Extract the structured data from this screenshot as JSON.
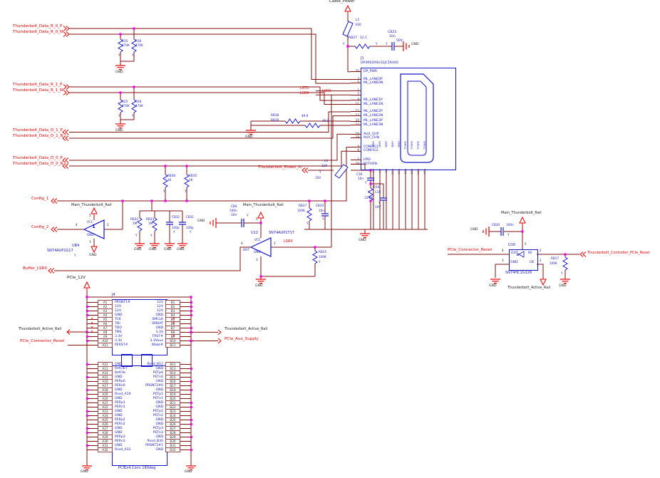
{
  "labels": {
    "gnd": "GND",
    "y": "Y"
  },
  "nets": {
    "r0p": "Thunderbolt_Data_R_0_P",
    "r0n": "Thunderbolt_Data_R_0_N",
    "r1p": "Thunderbolt_Data_R_1_P",
    "r1n": "Thunderbolt_Data_R_1_N",
    "d1p": "Thunderbolt_Data_D_1_P",
    "d1n": "Thunderbolt_Data_D_1_N",
    "d0p": "Thunderbolt_Data_D_0_P",
    "d0n": "Thunderbolt_Data_D_0_N",
    "config1": "Config_1",
    "config2": "Config_2",
    "buffer_lsrx": "Buffer_LSRX",
    "lstx": "LSTX",
    "lsrx": "LSRX",
    "power_in": "Thunderbolt_Power_In",
    "pcie_connector_reset": "PCIe_Connector_Reset",
    "tb_controller_pcie_reset": "Thunderbolt_Controller_PCIe_Reset",
    "pcie_aux_supply": "PCIe_Aux_Supply"
  },
  "rails": {
    "cable_power": "Cable_Power",
    "main": "Main_Thunderbolt_Rail",
    "active": "Thunderbolt_Active_Rail",
    "pcie_12v": "PCIe_12V"
  },
  "components": {
    "l1": {
      "ref": "L1",
      "val": "330"
    },
    "rb27": {
      "ref": "RB27",
      "val": "12.1"
    },
    "cb23": {
      "ref": "CB23",
      "val": "10n",
      "volt": "50V"
    },
    "r35": {
      "ref": "R35",
      "val": "470K"
    },
    "r36": {
      "ref": "R36",
      "val": "470K"
    },
    "r25": {
      "ref": "R25",
      "val": "470K"
    },
    "r26": {
      "ref": "R26",
      "val": "470K"
    },
    "rb38": {
      "ref": "RB38",
      "val": "49.9"
    },
    "rb39": {
      "ref": "RB39",
      "val": "49.9"
    },
    "rb36": {
      "ref": "RB36",
      "val": "1K"
    },
    "rb35": {
      "ref": "RB35",
      "val": "1K"
    },
    "rb32": {
      "ref": "RB32",
      "val": "1M"
    },
    "rb33": {
      "ref": "RB33",
      "val": "1M"
    },
    "cb32": {
      "ref": "CB32",
      "val": "330p"
    },
    "cb31": {
      "ref": "CB31",
      "val": "330p"
    },
    "cb4": {
      "ref": "CB4",
      "val": "100n",
      "volt": "16V"
    },
    "l4": {
      "ref": "L4",
      "val": "120",
      "volt": "10V"
    },
    "c36": {
      "ref": "C36",
      "val": "10n"
    },
    "r34": {
      "ref": "R34",
      "val": "12.4K"
    },
    "c35": {
      "ref": "C35",
      "volt": "10V"
    },
    "rb37": {
      "ref": "RB37",
      "val": "100K"
    },
    "cb33": {
      "ref": "CB33",
      "val": "10n"
    },
    "rb25": {
      "ref": "RB25",
      "val": "100K"
    },
    "rb17": {
      "ref": "RB17",
      "val": "100K"
    },
    "cb30": {
      "ref": "CB30",
      "val": "100n"
    }
  },
  "ub4": {
    "ref": "UB4",
    "part": "SN74AUP1G17",
    "inner": "1",
    "vcc": "VCC",
    "gnd": "GND",
    "pin_out": "4",
    "pin_in": "2",
    "pin_vcc": "5",
    "pin_gnd": "3"
  },
  "u12": {
    "ref": "U12",
    "part": "SN74AUP1T17",
    "vcc": "VCC",
    "out": "OUT",
    "gnd": "GND",
    "pin_out": "4",
    "pin_in": "2",
    "pin_vcc": "5",
    "pin_gnd": "3"
  },
  "u16": {
    "ref": "U16",
    "part": "SN74HC1G126",
    "out": "OUT",
    "in": "IN",
    "gnd": "GND",
    "oe": "OE",
    "pin_out": "4",
    "pin_in": "2",
    "pin_gnd": "3",
    "pin_oe": "1",
    "pin_vcc": "5"
  },
  "j1": {
    "ref": "J1",
    "part": "DP3R020SU32JC1R400",
    "pins": [
      {
        "n": "20",
        "name": "DP_PWR"
      },
      {
        "n": "3",
        "name": "ML_LANE0P",
        "g": "gm"
      },
      {
        "n": "5",
        "name": "ML_LANE0N"
      },
      {
        "n": "1",
        "name": "",
        "g": "gm"
      },
      {
        "n": "7",
        "name": ""
      },
      {
        "n": "9",
        "name": "ML_LANE1P",
        "g": "gs"
      },
      {
        "n": "11",
        "name": "ML_LANE1N"
      },
      {
        "n": "15",
        "name": "ML_LANE2P",
        "g": "gm"
      },
      {
        "n": "17",
        "name": "ML_LANE2N"
      },
      {
        "n": "10",
        "name": "ML_LANE3P",
        "g": "gs"
      },
      {
        "n": "12",
        "name": "ML_LANE3N"
      },
      {
        "n": "16",
        "name": "AUX_CHP",
        "g": "gl"
      },
      {
        "n": "18",
        "name": "AUX_CHN"
      },
      {
        "n": "4",
        "name": "CONFIG1",
        "g": "gl"
      },
      {
        "n": "6",
        "name": "CONFIG2"
      },
      {
        "n": "2",
        "name": "HPD",
        "g": "gl"
      },
      {
        "n": "19",
        "name": "RETURN"
      }
    ],
    "bottom": [
      {
        "n": "1",
        "v": "GND"
      },
      {
        "n": "7",
        "v": "GND"
      },
      {
        "n": "8",
        "v": "GND"
      },
      {
        "n": "13",
        "v": "GND"
      },
      {
        "n": "14",
        "v": "GND"
      },
      {
        "n": "21",
        "v": "SHELL"
      },
      {
        "n": "22",
        "v": "SHELL"
      },
      {
        "n": "23",
        "v": "SHELL"
      },
      {
        "n": "24",
        "v": "SHELL"
      }
    ]
  },
  "j4": {
    "ref": "J4",
    "part": "PCIEx4 Conn 180deg",
    "a_upper": [
      {
        "n": "A1",
        "l": "PRSNT1#"
      },
      {
        "n": "A2",
        "l": "12V",
        "d": 1
      },
      {
        "n": "A3",
        "l": "12V",
        "d": 1
      },
      {
        "n": "A4",
        "l": "GND",
        "d": 1
      },
      {
        "n": "A5",
        "l": "TCK",
        "x": 1
      },
      {
        "n": "A6",
        "l": "TDI",
        "x": 1
      },
      {
        "n": "A7",
        "l": "TDO",
        "x": 1
      },
      {
        "n": "A8",
        "l": "TMS",
        "x": 1
      },
      {
        "n": "A9",
        "l": "3.3V",
        "d": 1
      },
      {
        "n": "A10",
        "l": "3.3V",
        "d": 1
      },
      {
        "n": "A11",
        "l": "PERST#"
      }
    ],
    "b_upper": [
      {
        "n": "B1",
        "l": "12V",
        "d": 1
      },
      {
        "n": "B2",
        "l": "12V",
        "d": 1
      },
      {
        "n": "B3",
        "l": "12V",
        "d": 1
      },
      {
        "n": "B4",
        "l": "GND",
        "d": 1
      },
      {
        "n": "B5",
        "l": "SMCLK",
        "x": 1
      },
      {
        "n": "B6",
        "l": "SMDAT",
        "x": 1
      },
      {
        "n": "B7",
        "l": "GND",
        "d": 1
      },
      {
        "n": "B8",
        "l": "3.3V",
        "d": 1
      },
      {
        "n": "B9",
        "l": "TRST#",
        "x": 1
      },
      {
        "n": "B10",
        "l": "3.3Vaux",
        "d": 1
      },
      {
        "n": "B11",
        "l": "Wake#"
      }
    ],
    "a_lower": [
      {
        "n": "A12",
        "l": "GND",
        "d": 1
      },
      {
        "n": "A13",
        "l": "RefClk+"
      },
      {
        "n": "A14",
        "l": "RefClk-"
      },
      {
        "n": "A15",
        "l": "GND",
        "d": 1
      },
      {
        "n": "A16",
        "l": "PERp0"
      },
      {
        "n": "A17",
        "l": "PERn0"
      },
      {
        "n": "A18",
        "l": "GND",
        "d": 1
      },
      {
        "n": "A19",
        "l": "Rsvd_A19"
      },
      {
        "n": "A20",
        "l": "GND",
        "d": 1
      },
      {
        "n": "A21",
        "l": "PERp1"
      },
      {
        "n": "A22",
        "l": "PERn1"
      },
      {
        "n": "A23",
        "l": "GND",
        "d": 1
      },
      {
        "n": "A24",
        "l": "GND",
        "d": 1
      },
      {
        "n": "A25",
        "l": "PERp2"
      },
      {
        "n": "A26",
        "l": "PERn2"
      },
      {
        "n": "A27",
        "l": "GND",
        "d": 1
      },
      {
        "n": "A28",
        "l": "GND",
        "d": 1
      },
      {
        "n": "A29",
        "l": "PERp3"
      },
      {
        "n": "A30",
        "l": "PERn3"
      },
      {
        "n": "A31",
        "l": "GND",
        "d": 1
      },
      {
        "n": "A32",
        "l": "Rsvd_A32"
      }
    ],
    "b_lower": [
      {
        "n": "B12",
        "l": "Rsvd_B12"
      },
      {
        "n": "B13",
        "l": "GND",
        "d": 1
      },
      {
        "n": "B14",
        "l": "PETp0"
      },
      {
        "n": "B15",
        "l": "PETn0"
      },
      {
        "n": "B16",
        "l": "GND",
        "d": 1
      },
      {
        "n": "B17",
        "l": "PRSNT2#0"
      },
      {
        "n": "B18",
        "l": "GND",
        "d": 1
      },
      {
        "n": "B19",
        "l": "PETp1"
      },
      {
        "n": "B20",
        "l": "PETn1"
      },
      {
        "n": "B21",
        "l": "GND",
        "d": 1
      },
      {
        "n": "B22",
        "l": "GND",
        "d": 1
      },
      {
        "n": "B23",
        "l": "PETp2"
      },
      {
        "n": "B24",
        "l": "PETn2"
      },
      {
        "n": "B25",
        "l": "GND",
        "d": 1
      },
      {
        "n": "B26",
        "l": "GND",
        "d": 1
      },
      {
        "n": "B27",
        "l": "PETp3"
      },
      {
        "n": "B28",
        "l": "PETn3"
      },
      {
        "n": "B29",
        "l": "GND",
        "d": 1
      },
      {
        "n": "B30",
        "l": "Rsvd_B30"
      },
      {
        "n": "B31",
        "l": "PRSNT2#1"
      },
      {
        "n": "B32",
        "l": "GND",
        "d": 1
      }
    ]
  }
}
